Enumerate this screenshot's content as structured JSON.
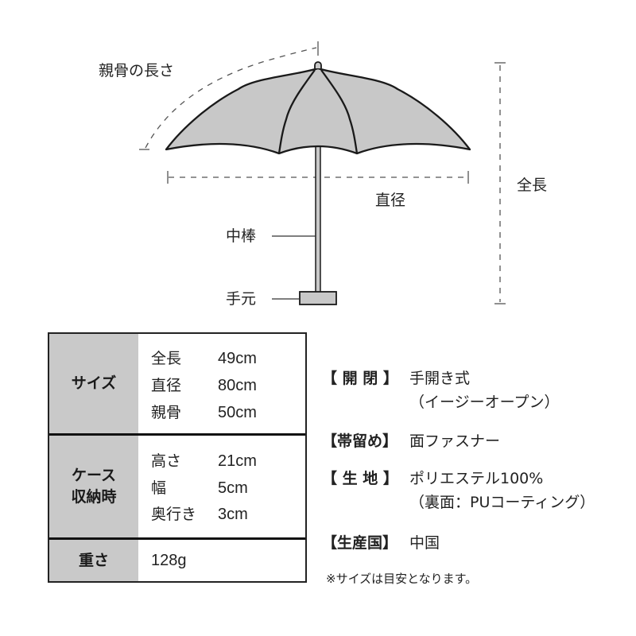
{
  "diagram": {
    "labels": {
      "rib_length": "親骨の長さ",
      "diameter": "直径",
      "total_length": "全長",
      "shaft": "中棒",
      "handle": "手元"
    },
    "colors": {
      "canopy_fill": "#c8c8c8",
      "outline": "#1a1a1a",
      "dash": "#555555"
    }
  },
  "spec_table": {
    "rows": [
      {
        "header": "サイズ",
        "items": [
          {
            "key": "全長",
            "value": "49cm"
          },
          {
            "key": "直径",
            "value": "80cm"
          },
          {
            "key": "親骨",
            "value": "50cm"
          }
        ]
      },
      {
        "header_line1": "ケース",
        "header_line2": "収納時",
        "items": [
          {
            "key": "高さ",
            "value": "21cm"
          },
          {
            "key": "幅",
            "value": "5cm"
          },
          {
            "key": "奥行き",
            "value": "3cm"
          }
        ]
      },
      {
        "header": "重さ",
        "value": "128g"
      }
    ],
    "header_bg": "#c9c9c9"
  },
  "info": [
    {
      "key": "【 開 閉 】",
      "value": "手開き式",
      "value2": "（イージーオープン）"
    },
    {
      "key": "【帯留め】",
      "value": "面ファスナー"
    },
    {
      "key": "【 生 地 】",
      "value": "ポリエステル100%",
      "value2": "（裏面：PUコーティング）"
    },
    {
      "key": "【生産国】",
      "value": "中国"
    }
  ],
  "note": "※サイズは目安となります。"
}
